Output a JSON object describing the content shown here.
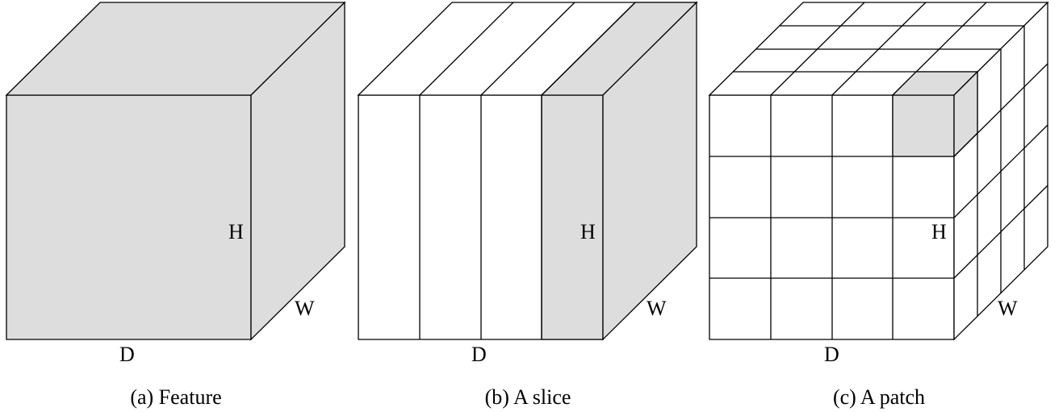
{
  "panels": [
    {
      "caption": "(a) Feature",
      "labels": {
        "height": "H",
        "width": "W",
        "depth": "D"
      }
    },
    {
      "caption": "(b) A slice",
      "labels": {
        "height": "H",
        "width": "W",
        "depth": "D"
      }
    },
    {
      "caption": "(c) A patch",
      "labels": {
        "height": "H",
        "width": "W",
        "depth": "D"
      }
    }
  ],
  "colors": {
    "highlight": "#dddddd",
    "line": "#000000",
    "background": "#ffffff"
  }
}
